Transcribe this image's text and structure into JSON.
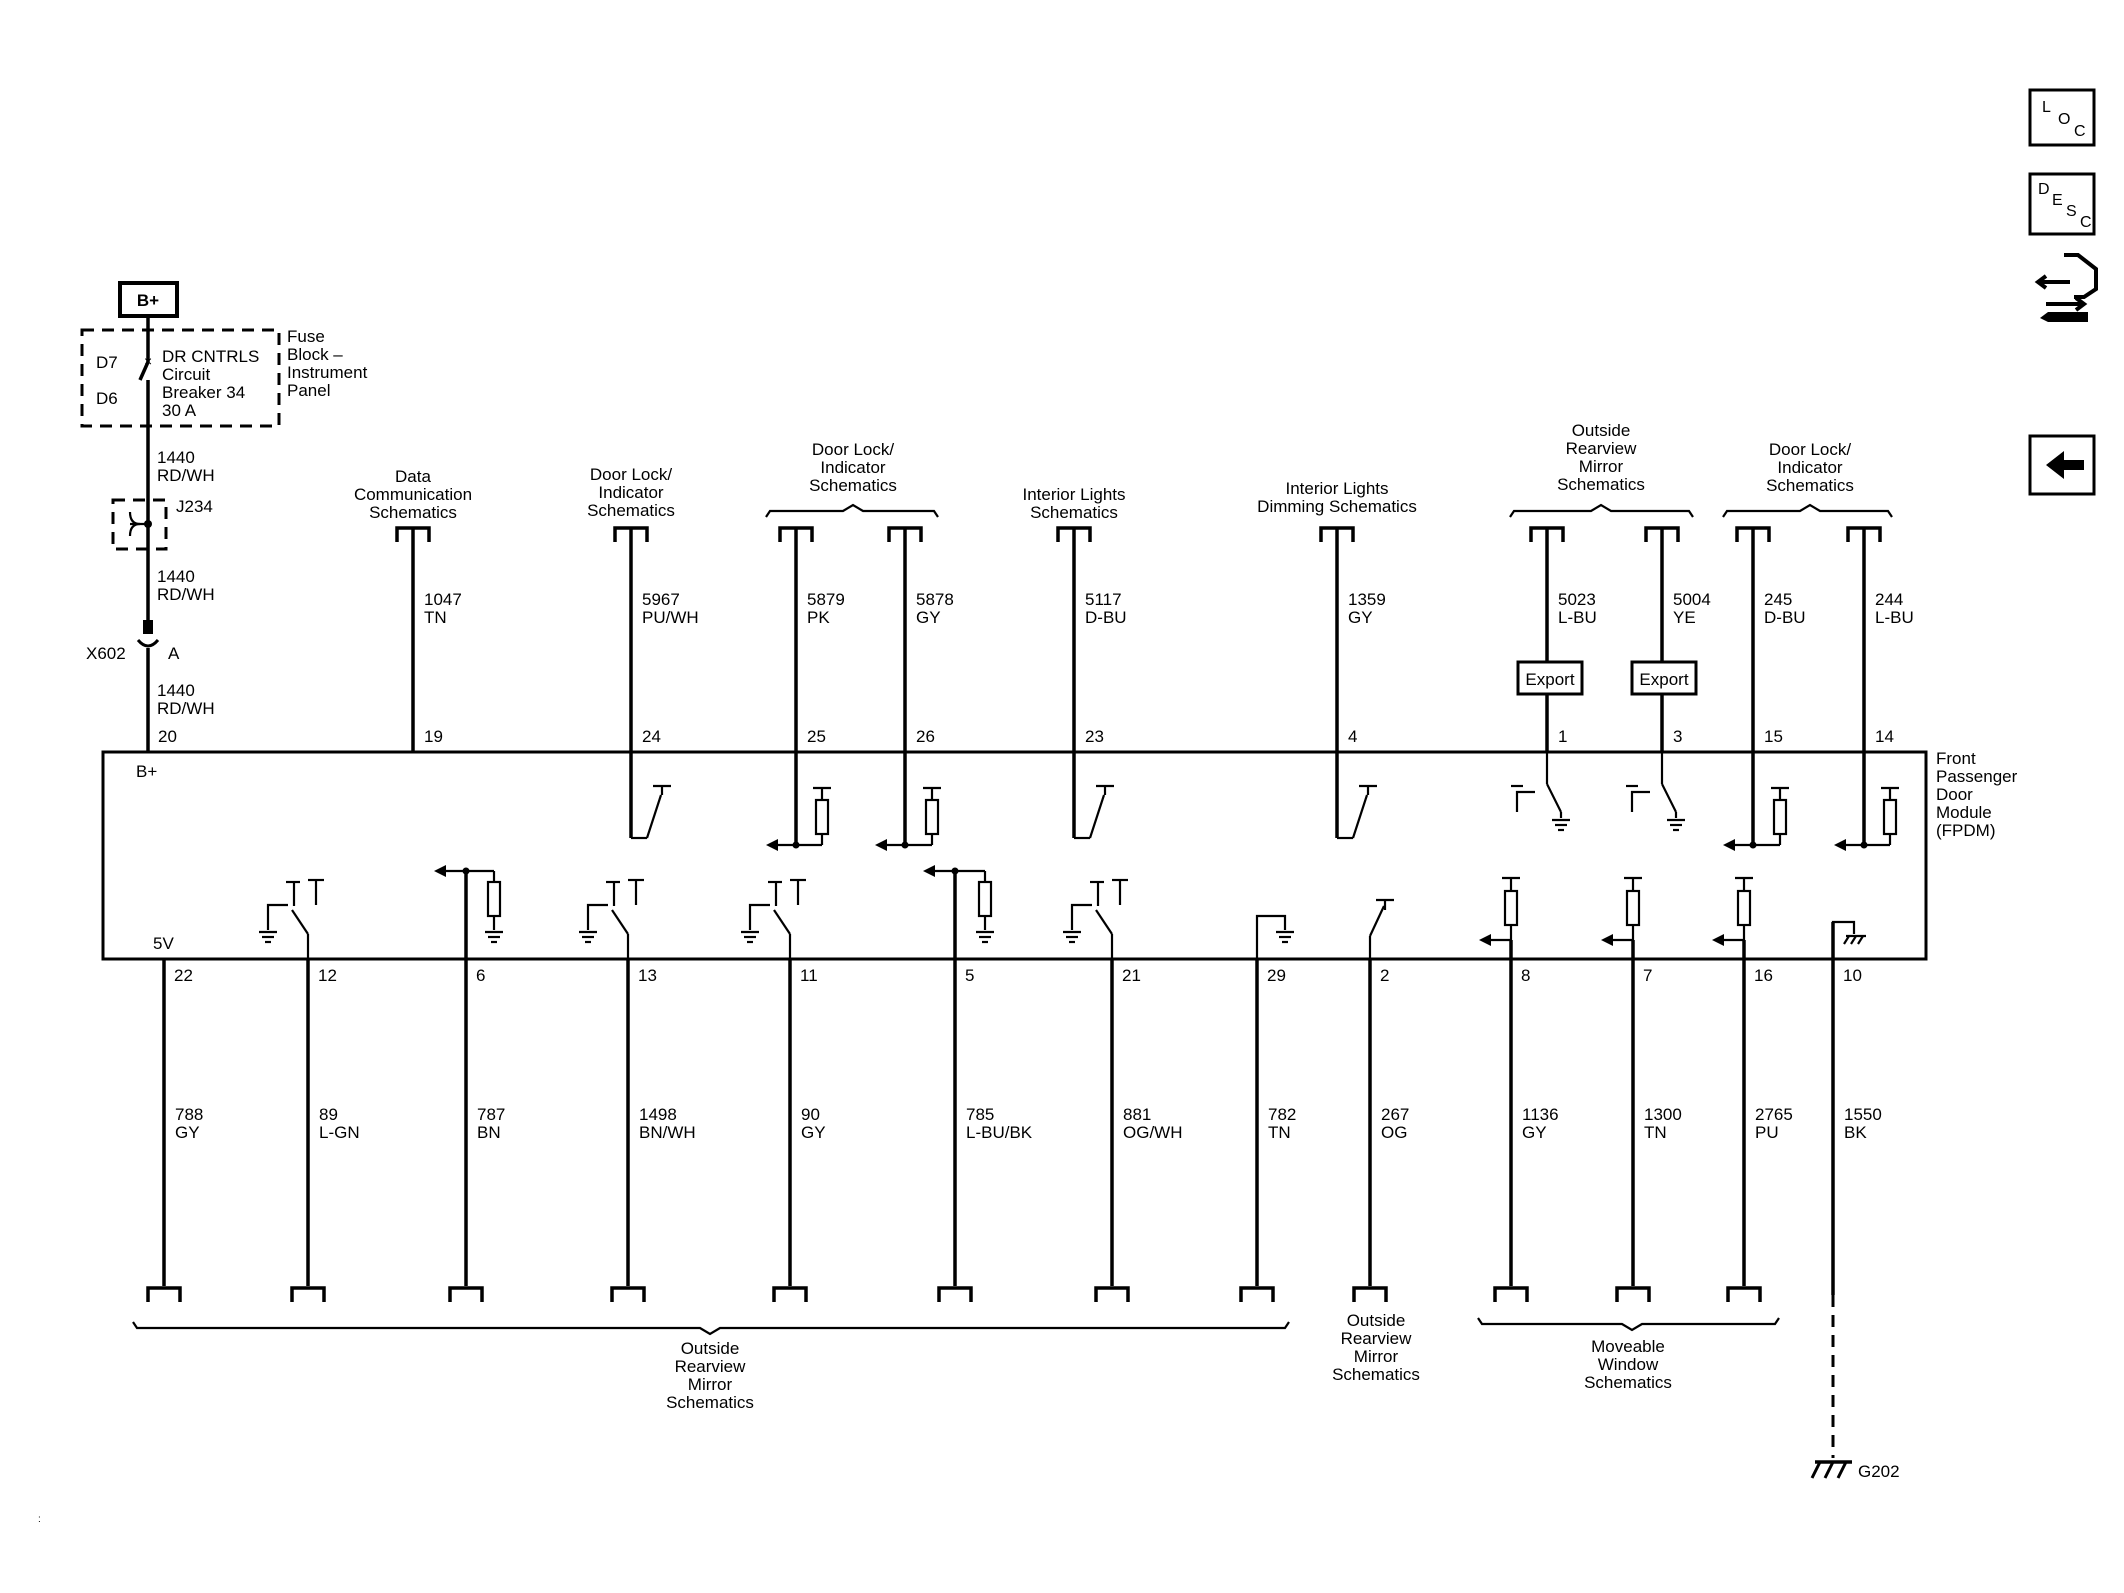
{
  "power": {
    "label": "B+"
  },
  "fuse_block": {
    "label_lines": [
      "Fuse",
      "Block –",
      "Instrument",
      "Panel"
    ],
    "pin_top": "D7",
    "pin_bottom": "D6",
    "breaker_lines": [
      "DR CNTRLS",
      "Circuit",
      "Breaker 34",
      "30 A"
    ]
  },
  "supply_wire": {
    "seg1": [
      "1440",
      "RD/WH"
    ],
    "splice": "J234",
    "seg2": [
      "1440",
      "RD/WH"
    ],
    "connector": "X602",
    "connector_pin": "A",
    "seg3": [
      "1440",
      "RD/WH"
    ]
  },
  "module": {
    "name_lines": [
      "Front",
      "Passenger",
      "Door",
      "Module",
      "(FPDM)"
    ],
    "label_bplus": "B+",
    "label_5v": "5V"
  },
  "top_groups": [
    {
      "id": "data-comm",
      "lines": [
        "Data",
        "Communication",
        "Schematics"
      ]
    },
    {
      "id": "door-lock-1",
      "lines": [
        "Door Lock/",
        "Indicator",
        "Schematics"
      ]
    },
    {
      "id": "door-lock-2",
      "lines": [
        "Door Lock/",
        "Indicator",
        "Schematics"
      ]
    },
    {
      "id": "interior-lights",
      "lines": [
        "Interior Lights",
        "Schematics"
      ]
    },
    {
      "id": "interior-dimming",
      "lines": [
        "Interior Lights",
        "Dimming Schematics"
      ]
    },
    {
      "id": "outside-mirror-top",
      "lines": [
        "Outside",
        "Rearview",
        "Mirror",
        "Schematics"
      ]
    },
    {
      "id": "door-lock-3",
      "lines": [
        "Door Lock/",
        "Indicator",
        "Schematics"
      ]
    }
  ],
  "top_wires": [
    {
      "pin": "20",
      "circuit": "1440",
      "color": "RD/WH"
    },
    {
      "pin": "19",
      "circuit": "1047",
      "color": "TN"
    },
    {
      "pin": "24",
      "circuit": "5967",
      "color": "PU/WH"
    },
    {
      "pin": "25",
      "circuit": "5879",
      "color": "PK"
    },
    {
      "pin": "26",
      "circuit": "5878",
      "color": "GY"
    },
    {
      "pin": "23",
      "circuit": "5117",
      "color": "D-BU"
    },
    {
      "pin": "4",
      "circuit": "1359",
      "color": "GY"
    },
    {
      "pin": "1",
      "circuit": "5023",
      "color": "L-BU",
      "export": "Export"
    },
    {
      "pin": "3",
      "circuit": "5004",
      "color": "YE",
      "export": "Export"
    },
    {
      "pin": "15",
      "circuit": "245",
      "color": "D-BU"
    },
    {
      "pin": "14",
      "circuit": "244",
      "color": "L-BU"
    }
  ],
  "bottom_wires": [
    {
      "pin": "22",
      "circuit": "788",
      "color": "GY"
    },
    {
      "pin": "12",
      "circuit": "89",
      "color": "L-GN"
    },
    {
      "pin": "6",
      "circuit": "787",
      "color": "BN"
    },
    {
      "pin": "13",
      "circuit": "1498",
      "color": "BN/WH"
    },
    {
      "pin": "11",
      "circuit": "90",
      "color": "GY"
    },
    {
      "pin": "5",
      "circuit": "785",
      "color": "L-BU/BK"
    },
    {
      "pin": "21",
      "circuit": "881",
      "color": "OG/WH"
    },
    {
      "pin": "29",
      "circuit": "782",
      "color": "TN"
    },
    {
      "pin": "2",
      "circuit": "267",
      "color": "OG"
    },
    {
      "pin": "8",
      "circuit": "1136",
      "color": "GY"
    },
    {
      "pin": "7",
      "circuit": "1300",
      "color": "TN"
    },
    {
      "pin": "16",
      "circuit": "2765",
      "color": "PU"
    },
    {
      "pin": "10",
      "circuit": "1550",
      "color": "BK"
    }
  ],
  "bottom_groups": [
    {
      "id": "outside-mirror-bottom",
      "lines": [
        "Outside",
        "Rearview",
        "Mirror",
        "Schematics"
      ]
    },
    {
      "id": "outside-mirror-single",
      "lines": [
        "Outside",
        "Rearview",
        "Mirror",
        "Schematics"
      ]
    },
    {
      "id": "moveable-window",
      "lines": [
        "Moveable",
        "Window",
        "Schematics"
      ]
    }
  ],
  "ground": {
    "label": "G202"
  },
  "side_buttons": {
    "loc": [
      "L",
      "O",
      "C"
    ],
    "desc": [
      "D",
      "E",
      "S",
      "C"
    ]
  }
}
